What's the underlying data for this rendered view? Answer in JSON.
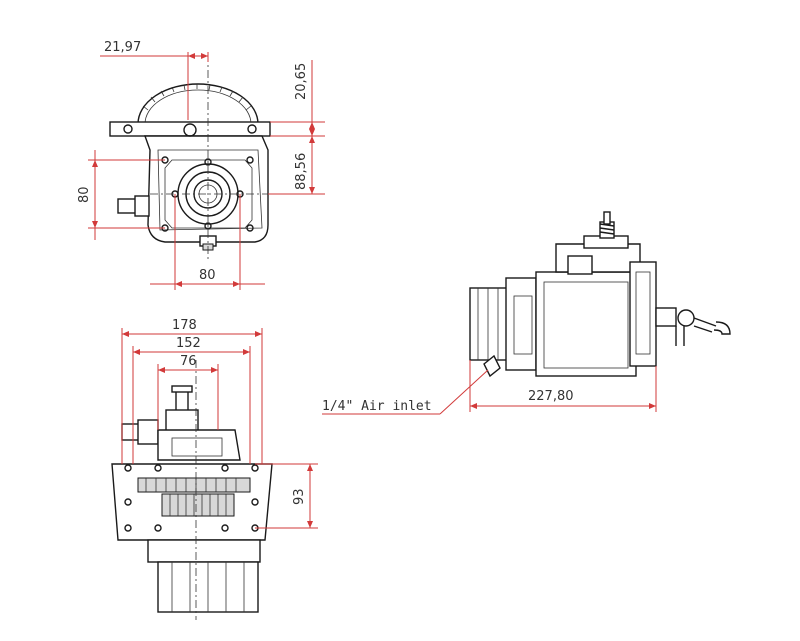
{
  "dimensions": {
    "top_view": {
      "d1": "21,97",
      "d2": "20,65",
      "d3": "88,56",
      "d4": "80",
      "d5": "80"
    },
    "side_view": {
      "d1": "227,80"
    },
    "bottom_view": {
      "d1": "178",
      "d2": "152",
      "d3": "76",
      "d4": "93"
    }
  },
  "labels": {
    "air_inlet": "1/4\" Air inlet"
  },
  "colors": {
    "dimension_line": "#d23a3a",
    "drawing_line": "#1a1a1a"
  }
}
